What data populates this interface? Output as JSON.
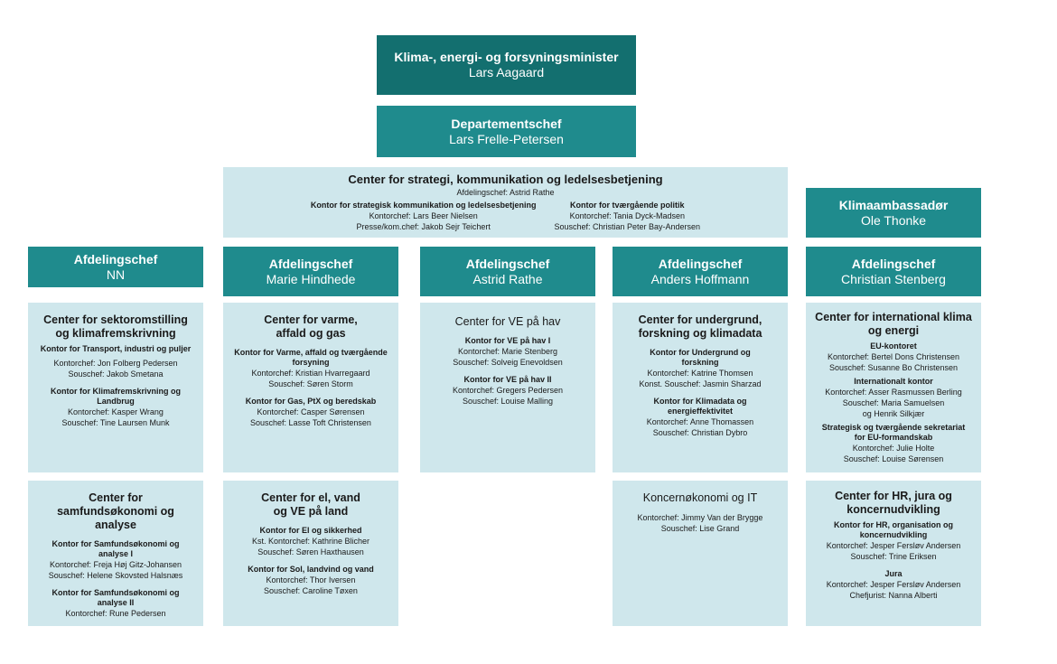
{
  "minister": {
    "title": "Klima-, energi- og forsyningsminister",
    "name": "Lars Aagaard"
  },
  "departementschef": {
    "title": "Departementschef",
    "name": "Lars Frelle-Petersen"
  },
  "strategy_center": {
    "title": "Center for strategi, kommunikation og ledelsesbetjening",
    "head": "Afdelingschef: Astrid Rathe",
    "offices": [
      {
        "title": "Kontor for strategisk kommunikation og ledelsesbetjening",
        "lines": [
          "Kontorchef: Lars Beer Nielsen",
          "Presse/kom.chef: Jakob Sejr Teichert"
        ]
      },
      {
        "title": "Kontor for tværgående politik",
        "lines": [
          "Kontorchef: Tania Dyck-Madsen",
          "Souschef: Christian Peter Bay-Andersen"
        ]
      }
    ]
  },
  "klimaambassador": {
    "title": "Klimaambassadør",
    "name": "Ole Thonke"
  },
  "departments": [
    {
      "title": "Afdelingschef",
      "name": "NN",
      "centers": [
        {
          "title": "Center for sektoromstilling og klimafremskrivning",
          "offices": [
            {
              "title": "Kontor for Transport, industri og puljer",
              "lines": [
                "Kontorchef: Jon Folberg Pedersen",
                "Souschef: Jakob Smetana"
              ]
            },
            {
              "title": "Kontor for Klimafremskrivning og Landbrug",
              "lines": [
                "Kontorchef: Kasper Wrang",
                "Souschef: Tine Laursen Munk"
              ]
            }
          ]
        },
        {
          "title": "Center for samfundsøkonomi og analyse",
          "offices": [
            {
              "title": "Kontor for Samfundsøkonomi og analyse I",
              "lines": [
                "Kontorchef: Freja Høj Gitz-Johansen",
                "Souschef: Helene Skovsted Halsnæs"
              ]
            },
            {
              "title": "Kontor for Samfundsøkonomi og analyse II",
              "lines": [
                "Kontorchef: Rune Pedersen"
              ]
            }
          ]
        }
      ]
    },
    {
      "title": "Afdelingschef",
      "name": "Marie Hindhede",
      "centers": [
        {
          "title": "Center for varme, affald og gas",
          "offices": [
            {
              "title": "Kontor for Varme, affald og tværgående forsyning",
              "lines": [
                "Kontorchef: Kristian Hvarregaard",
                "Souschef: Søren Storm"
              ]
            },
            {
              "title": "Kontor for Gas, PtX og beredskab",
              "lines": [
                "Kontorchef: Casper Sørensen",
                "Souschef: Lasse Toft Christensen"
              ]
            }
          ]
        },
        {
          "title": "Center for el, vand og VE på land",
          "offices": [
            {
              "title": "Kontor for El og sikkerhed",
              "lines": [
                "Kst. Kontorchef: Kathrine Blicher",
                "Souschef: Søren Haxthausen"
              ]
            },
            {
              "title": "Kontor for Sol, landvind og vand",
              "lines": [
                "Kontorchef: Thor Iversen",
                "Souschef: Caroline Tøxen"
              ]
            }
          ]
        }
      ]
    },
    {
      "title": "Afdelingschef",
      "name": "Astrid Rathe",
      "centers": [
        {
          "title": "Center for VE på hav",
          "offices": [
            {
              "title": "Kontor for VE på hav I",
              "lines": [
                "Kontorchef: Marie Stenberg",
                "Souschef: Solveig Enevoldsen"
              ]
            },
            {
              "title": "Kontor for VE på hav II",
              "lines": [
                "Kontorchef: Gregers Pedersen",
                "Souschef: Louise Malling"
              ]
            }
          ]
        }
      ]
    },
    {
      "title": "Afdelingschef",
      "name": "Anders Hoffmann",
      "centers": [
        {
          "title": "Center for undergrund, forskning og klimadata",
          "offices": [
            {
              "title": "Kontor for Undergrund og forskning",
              "lines": [
                "Kontorchef: Katrine Thomsen",
                "Konst. Souschef: Jasmin Sharzad"
              ]
            },
            {
              "title": "Kontor for Klimadata og energieffektivitet",
              "lines": [
                "Kontorchef: Anne Thomassen",
                "Souschef: Christian Dybro"
              ]
            }
          ]
        },
        {
          "title": "Koncernøkonomi og IT",
          "lines": [
            "Kontorchef: Jimmy Van der Brygge",
            "Souschef: Lise Grand"
          ]
        }
      ]
    },
    {
      "title": "Afdelingschef",
      "name": "Christian Stenberg",
      "centers": [
        {
          "title": "Center for international klima og energi",
          "offices": [
            {
              "title": "EU-kontoret",
              "lines": [
                "Kontorchef: Bertel Dons Christensen",
                "Souschef: Susanne Bo Christensen"
              ]
            },
            {
              "title": "Internationalt kontor",
              "lines": [
                "Kontorchef: Asser Rasmussen Berling",
                "Souschef: Maria Samuelsen",
                "og Henrik Silkjær"
              ]
            },
            {
              "title": "Strategisk og tværgående sekretariat for EU-formandskab",
              "lines": [
                "Kontorchef: Julie Holte",
                "Souschef: Louise Sørensen"
              ]
            }
          ]
        },
        {
          "title": "Center for HR, jura og koncernudvikling",
          "offices": [
            {
              "title": "Kontor for HR, organisation og koncernudvikling",
              "lines": [
                "Kontorchef: Jesper Fersløv Andersen",
                "Souschef: Trine Eriksen"
              ]
            },
            {
              "title": "Jura",
              "lines": [
                "Kontorchef: Jesper Fersløv Andersen",
                "Chefjurist: Nanna Alberti"
              ]
            }
          ]
        }
      ]
    }
  ]
}
